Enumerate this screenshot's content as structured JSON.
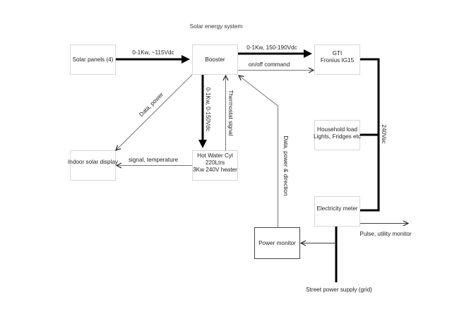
{
  "title": "Solar energy system",
  "nodes": {
    "solar_panels": {
      "label": [
        "Solar panels (4)"
      ]
    },
    "booster": {
      "label": [
        "Booster"
      ]
    },
    "gti": {
      "label": [
        "GTI",
        "Fronius IG15"
      ]
    },
    "household_load": {
      "label": [
        "Household load",
        "Lights, Fridges etc"
      ]
    },
    "indoor_display": {
      "label": [
        "Indoor solar display"
      ]
    },
    "hot_water": {
      "label": [
        "Hot Water Cyl",
        "220Ltrs",
        "3Kw 240V heater"
      ]
    },
    "electricity_meter": {
      "label": [
        "Electricity meter"
      ]
    },
    "power_monitor": {
      "label": [
        "Power monitor"
      ]
    }
  },
  "edges": {
    "panels_to_booster": "0-1Kw, ~115Vdc",
    "booster_to_gti": "0-1Kw, 150-190Vdc",
    "booster_to_gti_command": "on/off command",
    "booster_to_display": "Data, power",
    "booster_to_hotwater": "0-1Kw, 0-150Vdc",
    "hotwater_to_booster": "Thermostat signal",
    "hotwater_to_display": "signal, temperature",
    "monitor_to_booster": "Data, power & direction",
    "ac_bus": "240Vac",
    "meter_pulse": "Pulse, utility monitor",
    "grid": "Street power supply (grid)"
  }
}
